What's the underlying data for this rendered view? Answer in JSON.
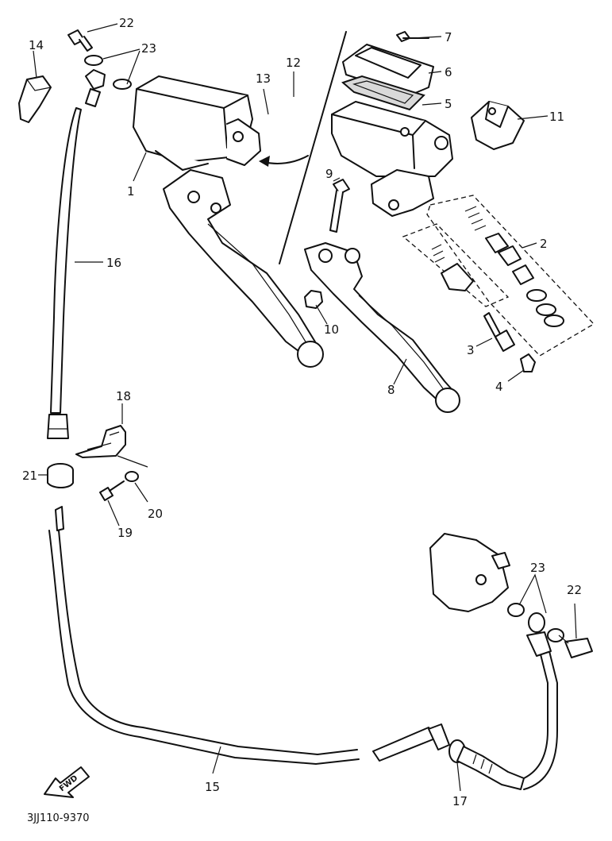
{
  "diagram": {
    "drawing_code": "3JJ110-9370",
    "fwd_marker": "FWD",
    "labels": {
      "p1": "1",
      "p2": "2",
      "p3": "3",
      "p4": "4",
      "p5": "5",
      "p6": "6",
      "p7": "7",
      "p8": "8",
      "p9": "9",
      "p10": "10",
      "p11": "11",
      "p12": "12",
      "p13": "13",
      "p14": "14",
      "p15": "15",
      "p16": "16",
      "p17": "17",
      "p18": "18",
      "p19": "19",
      "p20": "20",
      "p21": "21",
      "p22_top": "22",
      "p22_bottom": "22",
      "p23_top": "23",
      "p23_bottom": "23"
    }
  }
}
